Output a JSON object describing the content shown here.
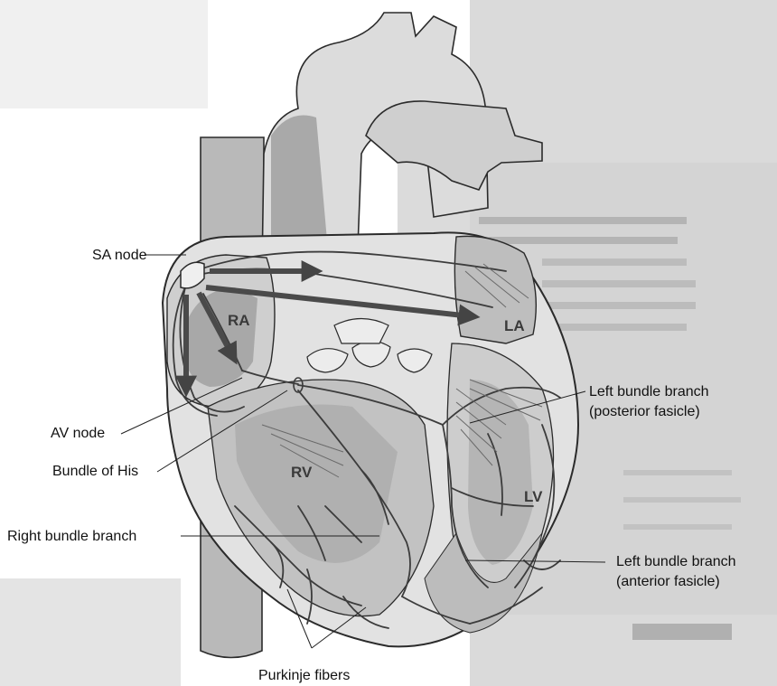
{
  "figure": {
    "labels": {
      "sa_node": "SA node",
      "av_node": "AV node",
      "bundle_of_his": "Bundle of His",
      "right_bundle_branch": "Right bundle branch",
      "purkinje_fibers": "Purkinje fibers",
      "left_bundle_posterior_line1": "Left bundle branch",
      "left_bundle_posterior_line2": "(posterior fasicle)",
      "left_bundle_anterior_line1": "Left bundle branch",
      "left_bundle_anterior_line2": "(anterior fasicle)"
    },
    "chambers": {
      "ra": "RA",
      "la": "LA",
      "rv": "RV",
      "lv": "LV"
    }
  },
  "colors": {
    "background_page": "#d6d6d6",
    "heart_outline": "#2b2b2b",
    "arrow": "#4a4a4a",
    "conduction_fiber": "#3c3c3c"
  }
}
